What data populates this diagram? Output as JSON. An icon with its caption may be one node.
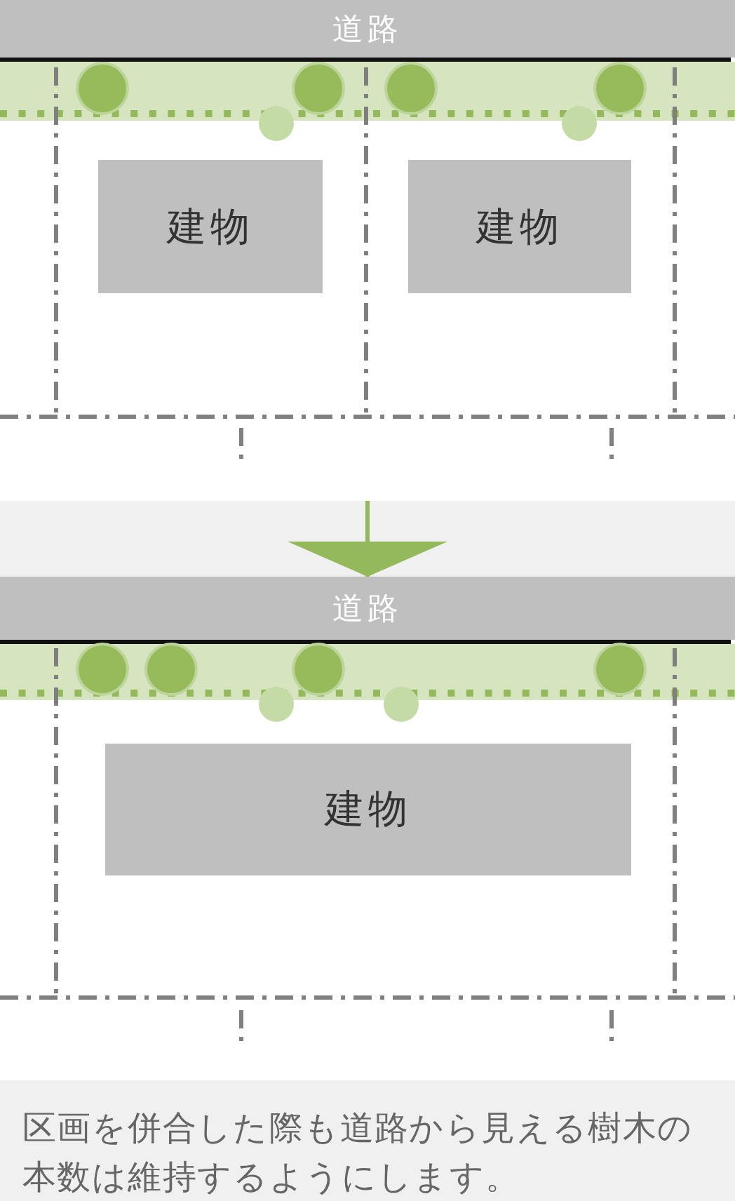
{
  "diagram": {
    "nodes": [
      {
        "text": [],
        "shape": "box"
      },
      {
        "text": [
          "道路"
        ],
        "in": 0
      },
      {
        "text": [
          "建物"
        ],
        "in": 0
      },
      {
        "text": [
          "建物"
        ],
        "in": 0
      },
      {
        "text": [],
        "shape": "box"
      },
      {
        "text": [
          "道路"
        ],
        "in": 4
      },
      {
        "text": [
          "建物"
        ],
        "in": 4
      }
    ],
    "edges": [
      {
        "from": 0,
        "to": 4,
        "arrow": "to"
      }
    ],
    "caption": "区画を併合した際も道路から見える樹木の本数は維持するようにします。"
  }
}
